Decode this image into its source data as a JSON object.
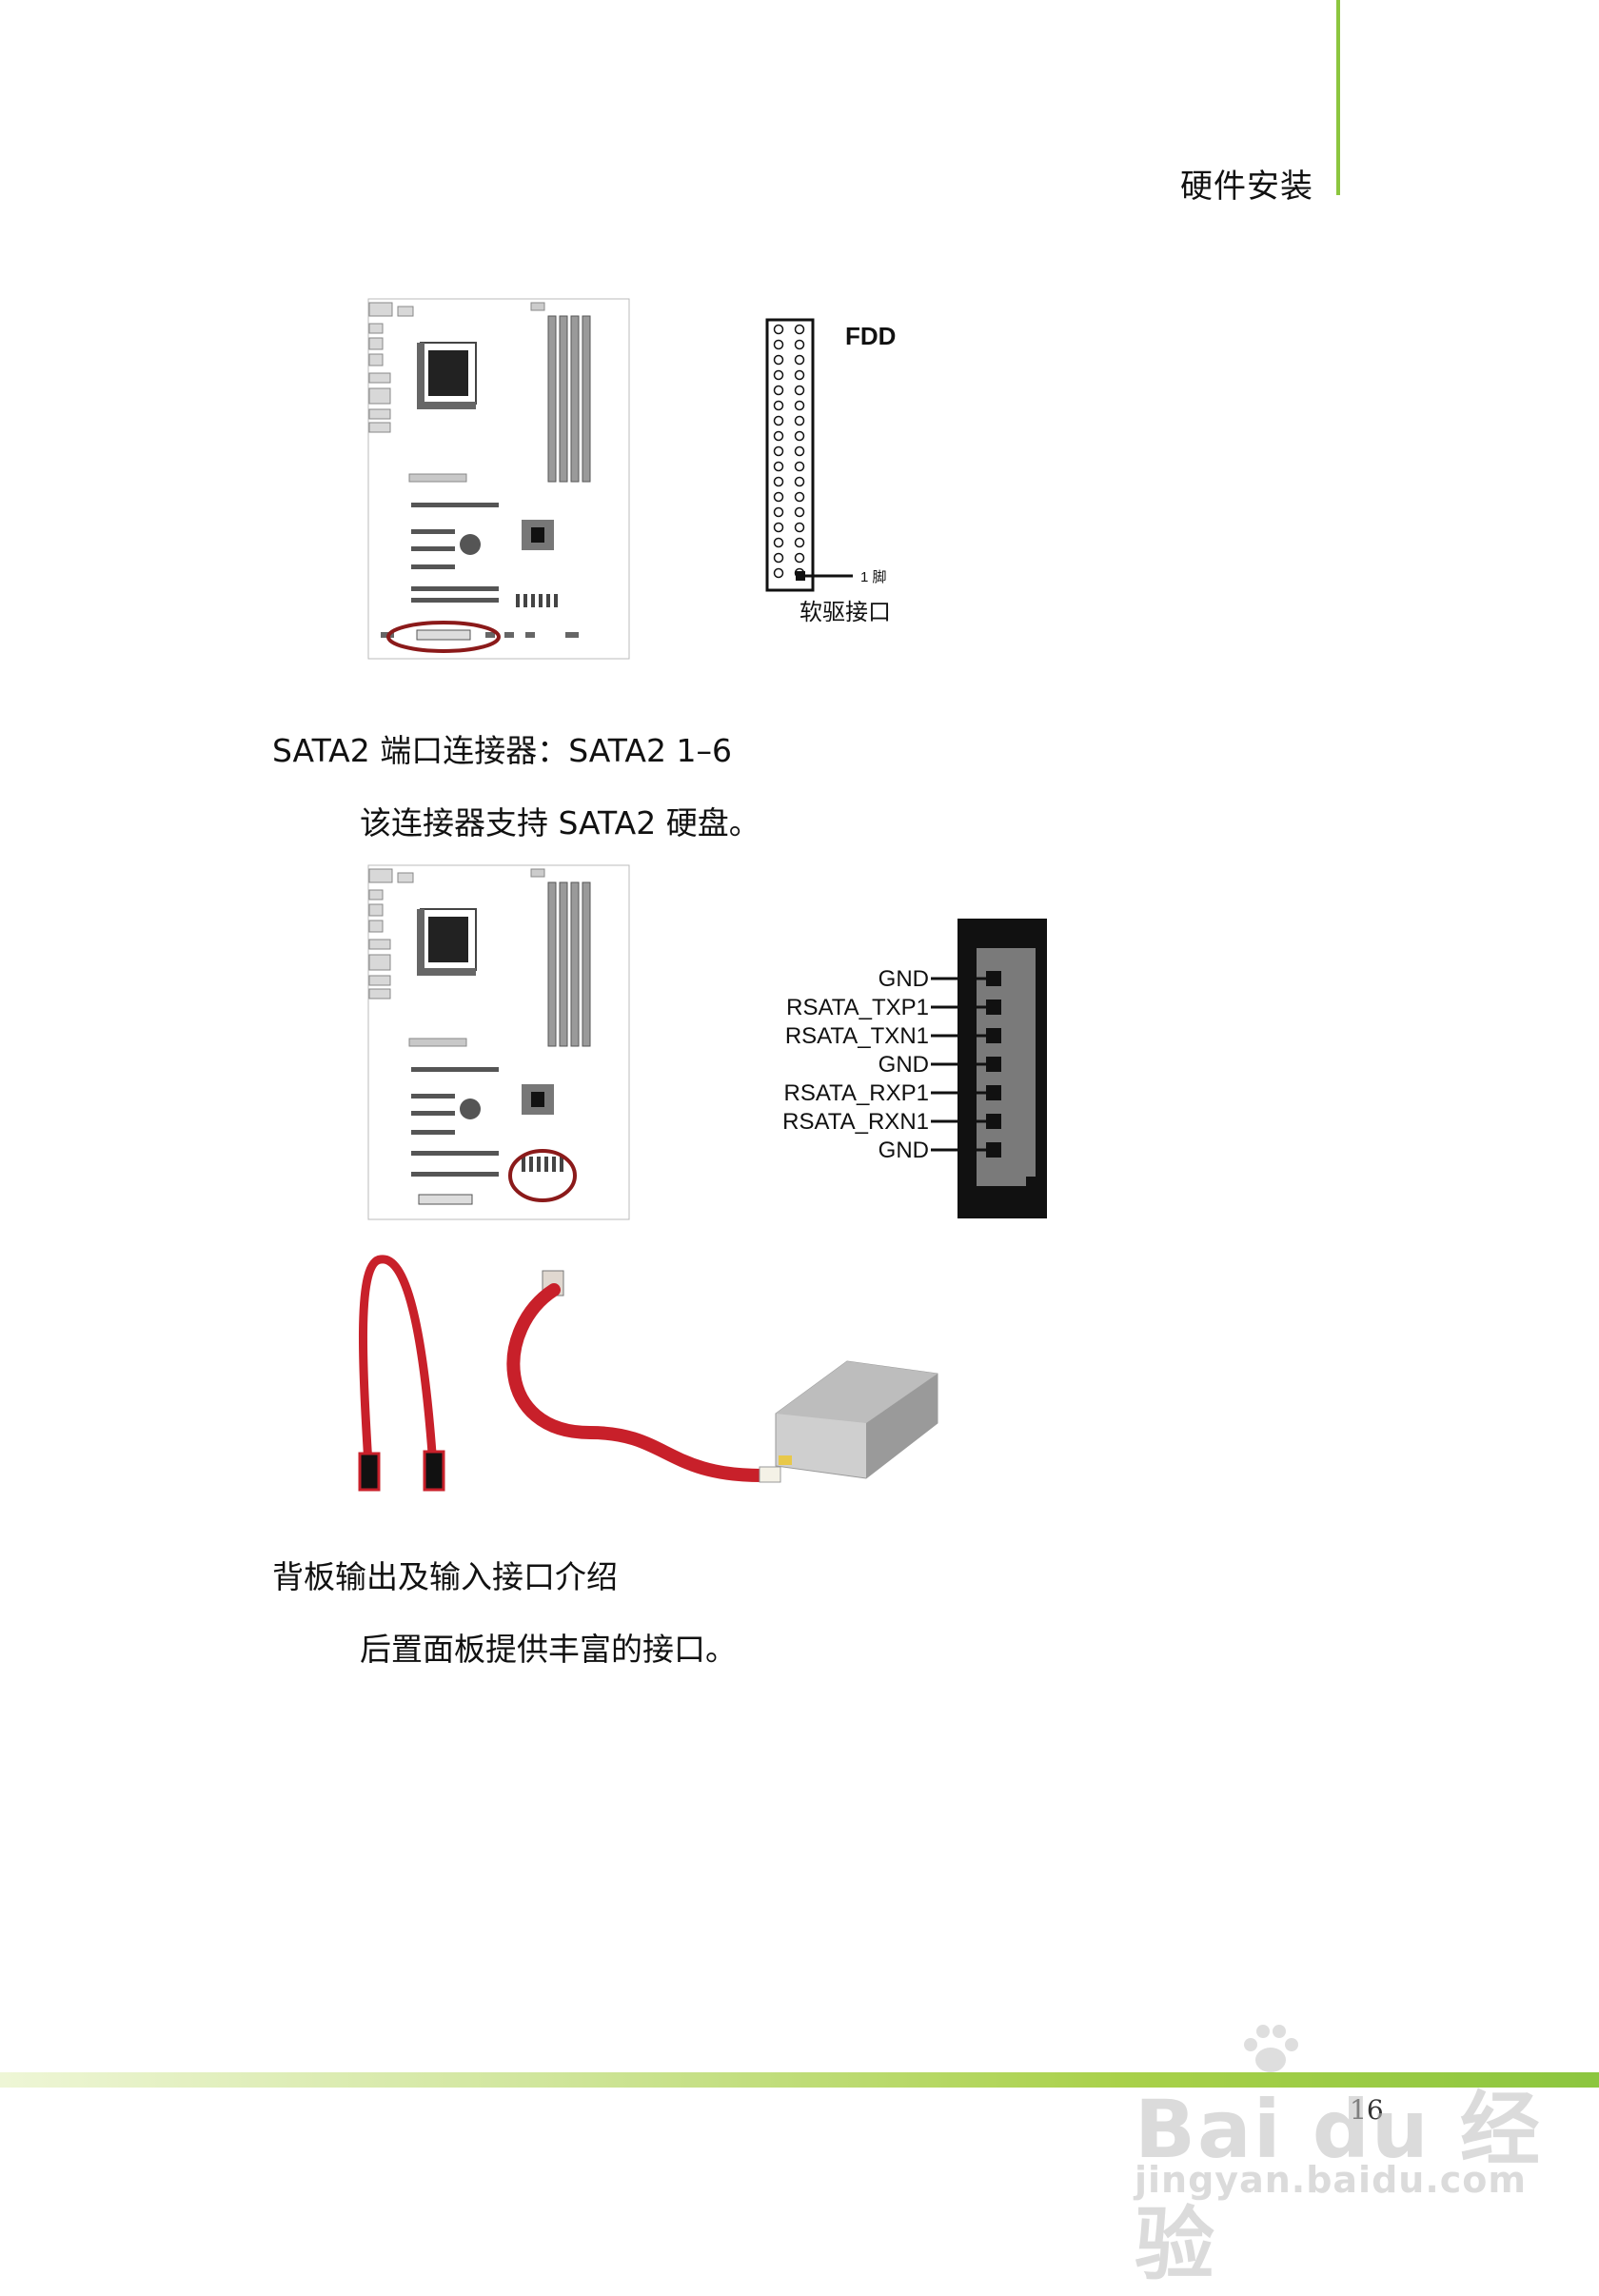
{
  "header": {
    "title": "硬件安装",
    "accent_color": "#8cc63f"
  },
  "fdd_figure": {
    "label_fdd": "FDD",
    "pin_label": "1 脚",
    "caption": "软驱接口",
    "highlight_color": "#8b1a1a"
  },
  "sata_section": {
    "heading": "SATA2 端口连接器：SATA2 1–6",
    "description": "该连接器支持 SATA2  硬盘。",
    "pins": [
      "GND",
      "RSATA_TXP1",
      "RSATA_TXN1",
      "GND",
      "RSATA_RXP1",
      "RSATA_RXN1",
      "GND"
    ],
    "cable_color": "#c8202a"
  },
  "rear_section": {
    "heading": "背板输出及输入接口介绍",
    "description": "后置面板提供丰富的接口。"
  },
  "footer": {
    "page_number": "16"
  },
  "watermark": {
    "brand": "Bai du 经验",
    "url": "jingyan.baidu.com",
    "icon": "paw-icon"
  }
}
